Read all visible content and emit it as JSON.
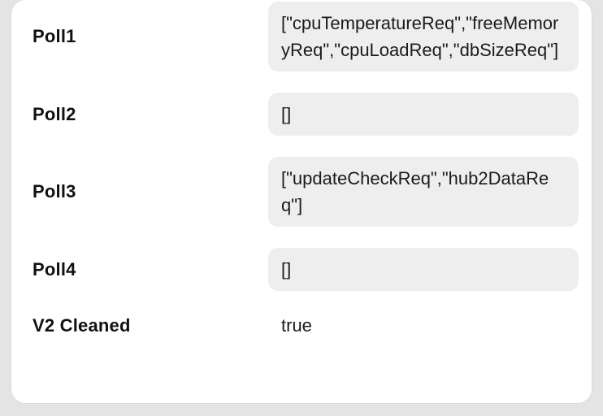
{
  "card": {
    "rows": [
      {
        "label": "Poll1",
        "value": "[\"cpuTemperatureReq\",\"freeMemoryReq\",\"cpuLoadReq\",\"dbSizeReq\"]"
      },
      {
        "label": "Poll2",
        "value": "[]"
      },
      {
        "label": "Poll3",
        "value": "[\"updateCheckReq\",\"hub2DataReq\"]"
      },
      {
        "label": "Poll4",
        "value": "[]"
      },
      {
        "label": "V2 Cleaned",
        "value": "true"
      }
    ]
  },
  "colors": {
    "page_bg": "#e4e4e4",
    "card_bg": "#ffffff",
    "field_bg": "#eeeeee",
    "label_color": "#111111",
    "value_color": "#1b1b1b"
  }
}
